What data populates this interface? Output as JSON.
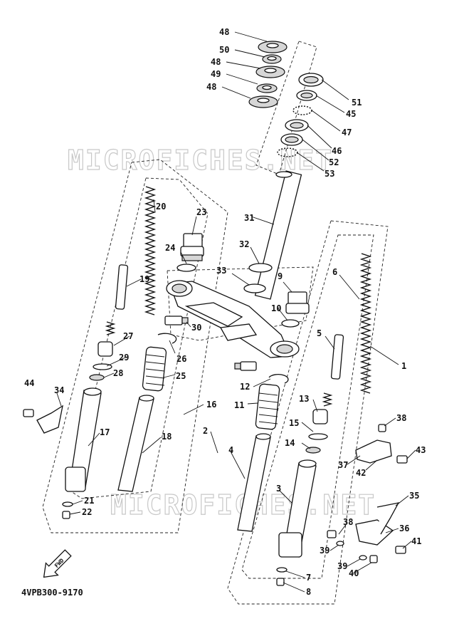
{
  "watermark": "MICROFICHES.NET",
  "diagram_code": "4VPB300-9170",
  "fwd_label": "FWD",
  "labels": [
    {
      "id": "48a",
      "text": "48"
    },
    {
      "id": "50",
      "text": "50"
    },
    {
      "id": "48b",
      "text": "48"
    },
    {
      "id": "49",
      "text": "49"
    },
    {
      "id": "48c",
      "text": "48"
    },
    {
      "id": "51",
      "text": "51"
    },
    {
      "id": "45",
      "text": "45"
    },
    {
      "id": "47",
      "text": "47"
    },
    {
      "id": "46",
      "text": "46"
    },
    {
      "id": "52",
      "text": "52"
    },
    {
      "id": "53",
      "text": "53"
    },
    {
      "id": "20",
      "text": "20"
    },
    {
      "id": "23",
      "text": "23"
    },
    {
      "id": "31",
      "text": "31"
    },
    {
      "id": "24",
      "text": "24"
    },
    {
      "id": "32",
      "text": "32"
    },
    {
      "id": "33",
      "text": "33"
    },
    {
      "id": "19",
      "text": "19"
    },
    {
      "id": "9",
      "text": "9"
    },
    {
      "id": "6",
      "text": "6"
    },
    {
      "id": "10",
      "text": "10"
    },
    {
      "id": "30",
      "text": "30"
    },
    {
      "id": "27",
      "text": "27"
    },
    {
      "id": "26",
      "text": "26"
    },
    {
      "id": "29",
      "text": "29"
    },
    {
      "id": "5",
      "text": "5"
    },
    {
      "id": "28",
      "text": "28"
    },
    {
      "id": "25",
      "text": "25"
    },
    {
      "id": "1",
      "text": "1"
    },
    {
      "id": "12",
      "text": "12"
    },
    {
      "id": "44",
      "text": "44"
    },
    {
      "id": "34",
      "text": "34"
    },
    {
      "id": "13",
      "text": "13"
    },
    {
      "id": "11",
      "text": "11"
    },
    {
      "id": "16",
      "text": "16"
    },
    {
      "id": "38a",
      "text": "38"
    },
    {
      "id": "15",
      "text": "15"
    },
    {
      "id": "2",
      "text": "2"
    },
    {
      "id": "17",
      "text": "17"
    },
    {
      "id": "18",
      "text": "18"
    },
    {
      "id": "14",
      "text": "14"
    },
    {
      "id": "43",
      "text": "43"
    },
    {
      "id": "4",
      "text": "4"
    },
    {
      "id": "37",
      "text": "37"
    },
    {
      "id": "42",
      "text": "42"
    },
    {
      "id": "3",
      "text": "3"
    },
    {
      "id": "35",
      "text": "35"
    },
    {
      "id": "21",
      "text": "21"
    },
    {
      "id": "22",
      "text": "22"
    },
    {
      "id": "38b",
      "text": "38"
    },
    {
      "id": "36",
      "text": "36"
    },
    {
      "id": "41",
      "text": "41"
    },
    {
      "id": "39a",
      "text": "39"
    },
    {
      "id": "39b",
      "text": "39"
    },
    {
      "id": "40",
      "text": "40"
    },
    {
      "id": "7",
      "text": "7"
    },
    {
      "id": "8",
      "text": "8"
    }
  ]
}
